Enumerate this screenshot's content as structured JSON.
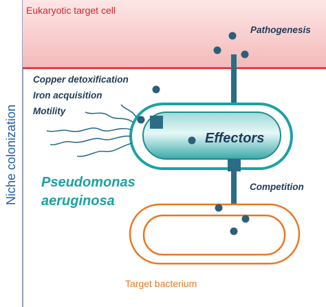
{
  "labels": {
    "eukaryotic_cell": "Eukaryotic target cell",
    "pathogenesis": "Pathogenesis",
    "copper": "Copper detoxification",
    "iron": "Iron acquisition",
    "motility": "Motility",
    "effectors": "Effectors",
    "species_line1": "Pseudomonas",
    "species_line2": "aeruginosa",
    "competition": "Competition",
    "target_bacterium": "Target bacterium",
    "niche": "Niche colonization"
  },
  "colors": {
    "eukaryote_fill": "#f7c9c9",
    "eukaryote_border": "#d3262d",
    "pseudomonas_outer": "#1aa2a2",
    "pseudomonas_inner": "#1f8c8c",
    "secretion_system": "#2b6d85",
    "effector_dot": "#2b5f7a",
    "target_outline": "#e87722",
    "label_navy": "#1f3b57",
    "niche_blue": "#1f5fa8"
  }
}
